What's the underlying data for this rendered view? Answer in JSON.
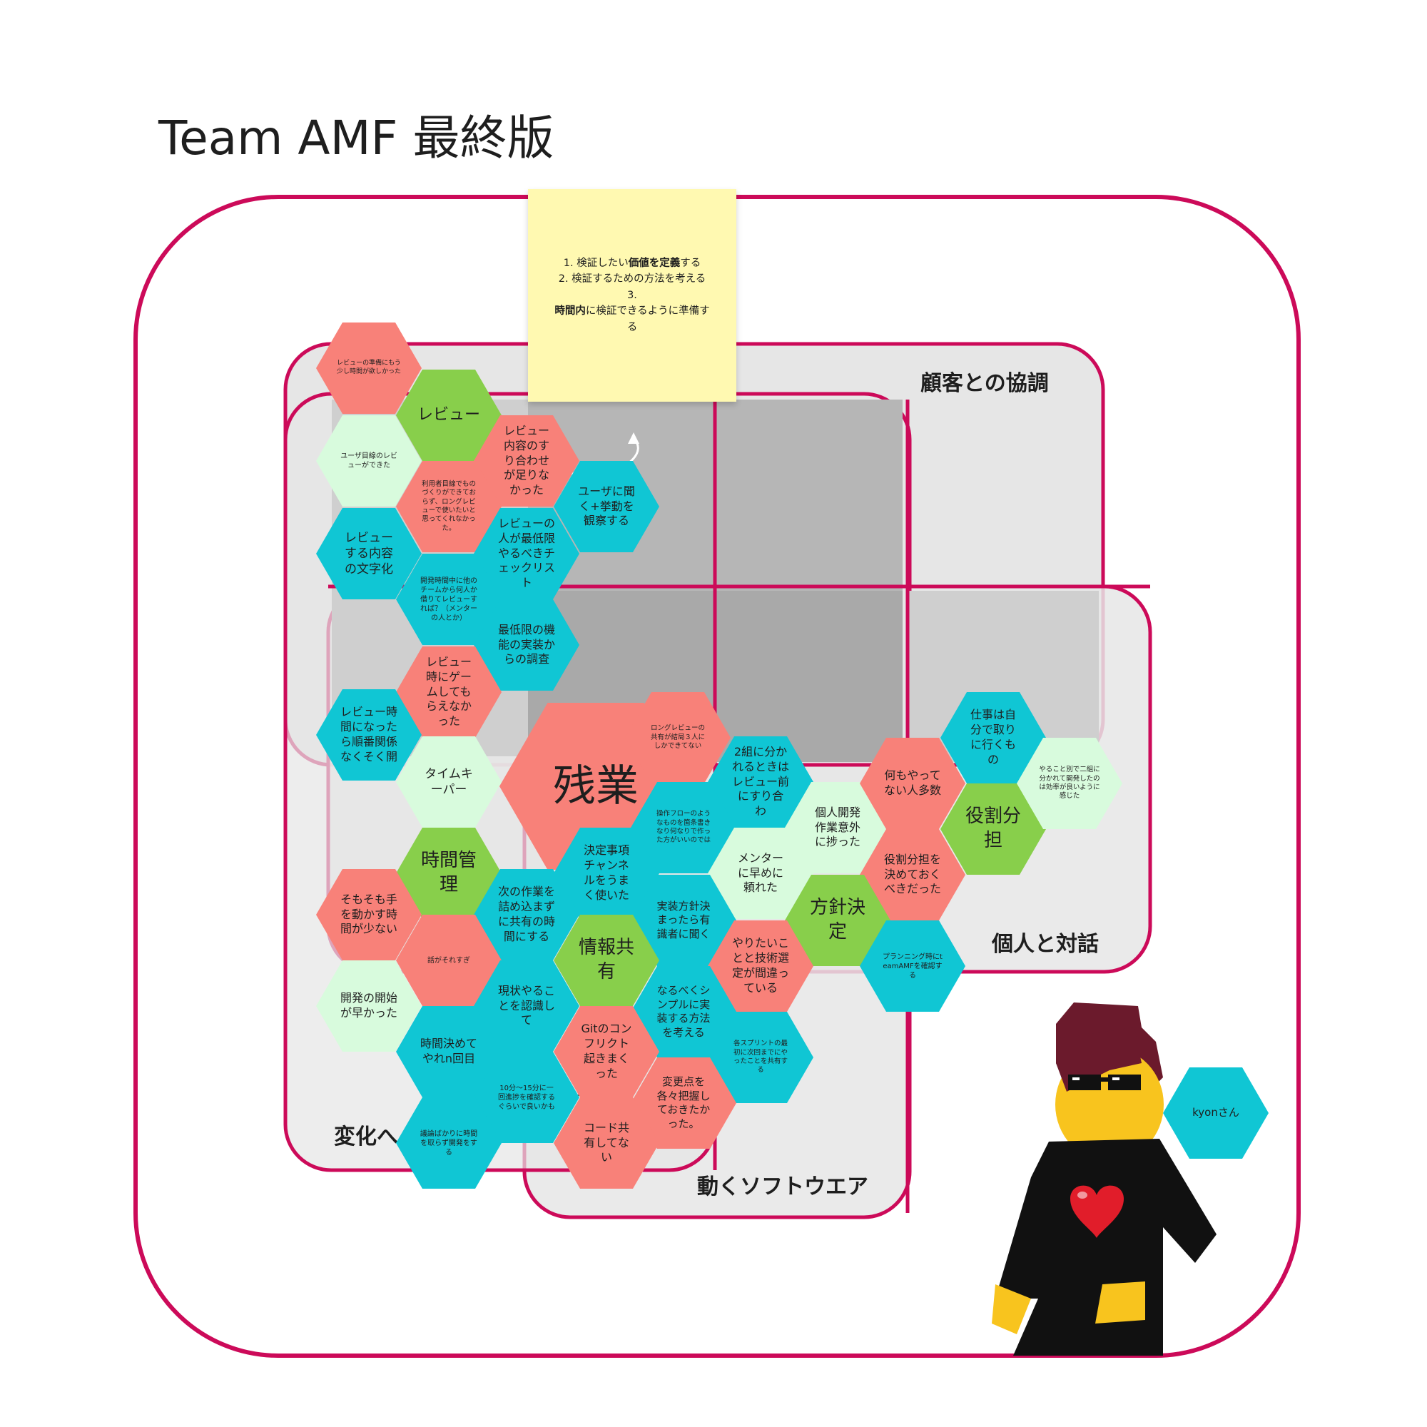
{
  "board": {
    "title": "Team AMF 最終版",
    "colors": {
      "frame": "#cc0a59",
      "zone_fill": "#e6e6e6",
      "overlap_fill": "#cfcfcf",
      "overlap_dark": "#b6b6b6",
      "red": "#f88179",
      "green": "#88cf4b",
      "cyan": "#10c6d4",
      "mint": "#d8fbdd",
      "sticky": "#fff9b1"
    },
    "zones": [
      {
        "id": "customer",
        "label": "顧客との協調"
      },
      {
        "id": "individuals",
        "label": "個人と対話"
      },
      {
        "id": "change",
        "label": "変化へ"
      },
      {
        "id": "software",
        "label": "動くソフトウエア"
      }
    ],
    "sticky": {
      "line1_pre": "1. 検証したい",
      "line1_bold": "価値を定義",
      "line1_post": "する",
      "line2": "2. 検証するための方法を考える",
      "line3": "3.",
      "line4_bold": "時間内",
      "line4_post": "に検証できるように準備す",
      "line5": "る"
    },
    "hexes": [
      {
        "id": "h1",
        "text": "レビューの準備にもう少し時間が欲しかった",
        "color": "red"
      },
      {
        "id": "h2",
        "text": "レビュー",
        "color": "green"
      },
      {
        "id": "h3",
        "text": "ユーザ目線のレビューができた",
        "color": "mint"
      },
      {
        "id": "h4",
        "text": "レビュー内容のすり合わせが足りなかった",
        "color": "red"
      },
      {
        "id": "h5",
        "text": "利用者目線でものづくりができておらず、ロングレビューで使いたいと思ってくれなかった。",
        "color": "red"
      },
      {
        "id": "h6",
        "text": "ユーザに聞く+挙動を観察する",
        "color": "cyan"
      },
      {
        "id": "h7",
        "text": "レビューする内容の文字化",
        "color": "cyan"
      },
      {
        "id": "h8",
        "text": "レビューの人が最低限やるべきチェックリスト",
        "color": "cyan"
      },
      {
        "id": "h9",
        "text": "開発時間中に他のチームから何人か借りてレビューすれば？（メンターの人とか）",
        "color": "cyan"
      },
      {
        "id": "h10",
        "text": "最低限の機能の実装からの調査",
        "color": "cyan"
      },
      {
        "id": "h11",
        "text": "レビュー時にゲームしてもらえなかった",
        "color": "red"
      },
      {
        "id": "h12",
        "text": "レビュー時間になったら順番関係なくそく開",
        "color": "cyan"
      },
      {
        "id": "h13",
        "text": "タイムキーパー",
        "color": "mint"
      },
      {
        "id": "h14",
        "text": "残業",
        "color": "red"
      },
      {
        "id": "h15",
        "text": "ロングレビューの共有が結局３人にしかできてない",
        "color": "red"
      },
      {
        "id": "h16",
        "text": "2組に分かれるときはレビュー前にすり合わ",
        "color": "cyan"
      },
      {
        "id": "h17",
        "text": "操作フローのようなものを箇条書きなり何なりで作った方がいいのでは",
        "color": "cyan"
      },
      {
        "id": "h18",
        "text": "個人開発作業意外に捗った",
        "color": "mint"
      },
      {
        "id": "h19",
        "text": "何もやってない人多数",
        "color": "red"
      },
      {
        "id": "h20",
        "text": "仕事は自分で取りに行くもの",
        "color": "cyan"
      },
      {
        "id": "h21",
        "text": "役割分担",
        "color": "green"
      },
      {
        "id": "h22",
        "text": "やること別で二組に分かれて開発したのは効率が良いように感じた",
        "color": "mint"
      },
      {
        "id": "h23",
        "text": "時間管理",
        "color": "green"
      },
      {
        "id": "h24",
        "text": "決定事項チャンネルをうまく使いた",
        "color": "cyan"
      },
      {
        "id": "h25",
        "text": "メンターに早めに頼れた",
        "color": "mint"
      },
      {
        "id": "h26",
        "text": "役割分担を決めておくべきだった",
        "color": "red"
      },
      {
        "id": "h27",
        "text": "そもそも手を動かす時間が少ない",
        "color": "red"
      },
      {
        "id": "h28",
        "text": "次の作業を詰め込まずに共有の時間にする",
        "color": "cyan"
      },
      {
        "id": "h29",
        "text": "実装方針決まったら有識者に聞く",
        "color": "cyan"
      },
      {
        "id": "h30",
        "text": "方針決定",
        "color": "green"
      },
      {
        "id": "h31",
        "text": "話がそれすぎ",
        "color": "red"
      },
      {
        "id": "h32",
        "text": "情報共有",
        "color": "green"
      },
      {
        "id": "h33",
        "text": "やりたいことと技術選定が間違っている",
        "color": "red"
      },
      {
        "id": "h34",
        "text": "プランニング時にteamAMFを確認する",
        "color": "cyan"
      },
      {
        "id": "h35",
        "text": "開発の開始が早かった",
        "color": "mint"
      },
      {
        "id": "h36",
        "text": "現状やることを認識して",
        "color": "cyan"
      },
      {
        "id": "h37",
        "text": "なるべくシンプルに実装する方法を考える",
        "color": "cyan"
      },
      {
        "id": "h38",
        "text": "時間決めてやれn回目",
        "color": "cyan"
      },
      {
        "id": "h39",
        "text": "Gitのコンフリクト起きまくった",
        "color": "red"
      },
      {
        "id": "h40",
        "text": "各スプリントの最初に次回までにやったことを共有する",
        "color": "cyan"
      },
      {
        "id": "h41",
        "text": "10分〜15分に一回進捗を確認するぐらいで良いかも",
        "color": "cyan"
      },
      {
        "id": "h42",
        "text": "変更点を各々把握しておきたかった。",
        "color": "red"
      },
      {
        "id": "h43",
        "text": "議論ばかりに時間を取らず開発をする",
        "color": "cyan"
      },
      {
        "id": "h44",
        "text": "コード共有してない",
        "color": "red"
      },
      {
        "id": "h45",
        "text": "kyonさん",
        "color": "cyan"
      }
    ],
    "avatar_icons": [
      "sunglasses-icon",
      "heart-icon"
    ]
  }
}
